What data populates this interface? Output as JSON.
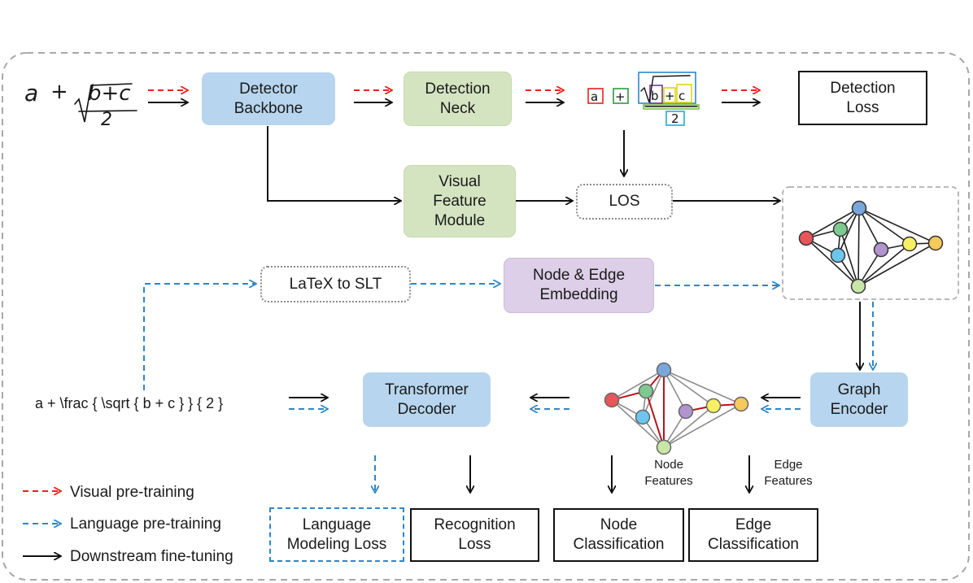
{
  "nodes": {
    "detector_backbone": "Detector\nBackbone",
    "detection_neck": "Detection\nNeck",
    "detection_loss": "Detection\nLoss",
    "visual_feature_module": "Visual\nFeature\nModule",
    "los": "LOS",
    "latex_to_slt": "LaTeX to SLT",
    "node_edge_embedding": "Node & Edge\nEmbedding",
    "graph_encoder": "Graph\nEncoder",
    "transformer_decoder": "Transformer\nDecoder",
    "language_modeling_loss": "Language\nModeling Loss",
    "recognition_loss": "Recognition\nLoss",
    "node_classification": "Node\nClassification",
    "edge_classification": "Edge\nClassification"
  },
  "labels": {
    "node_features": "Node\nFeatures",
    "edge_features": "Edge\nFeatures",
    "latex_input": "a + \\frac { \\sqrt { b + c } } { 2 }"
  },
  "formula": {
    "a": "a",
    "plus": "+",
    "radicand": "b+c",
    "denominator": "2"
  },
  "legend": [
    {
      "label": "Visual pre-training",
      "color": "#e8221c",
      "style": "dashed"
    },
    {
      "label": "Language pre-training",
      "color": "#2e86c8",
      "style": "dashed"
    },
    {
      "label": "Downstream fine-tuning",
      "color": "#111111",
      "style": "solid"
    }
  ],
  "colors": {
    "red_arrow": "#e8221c",
    "blue_arrow": "#2e86c8",
    "black_arrow": "#111111",
    "node_red": "#e8555a",
    "node_green": "#7ec98f",
    "node_blue": "#6cc5ee",
    "node_purple": "#b294cf",
    "node_yellow": "#f7f063",
    "node_orange": "#f5c95c",
    "node_lightgreen": "#c8e6a6",
    "node_topblue": "#7aa7d9",
    "edge_red": "#b8141a"
  }
}
